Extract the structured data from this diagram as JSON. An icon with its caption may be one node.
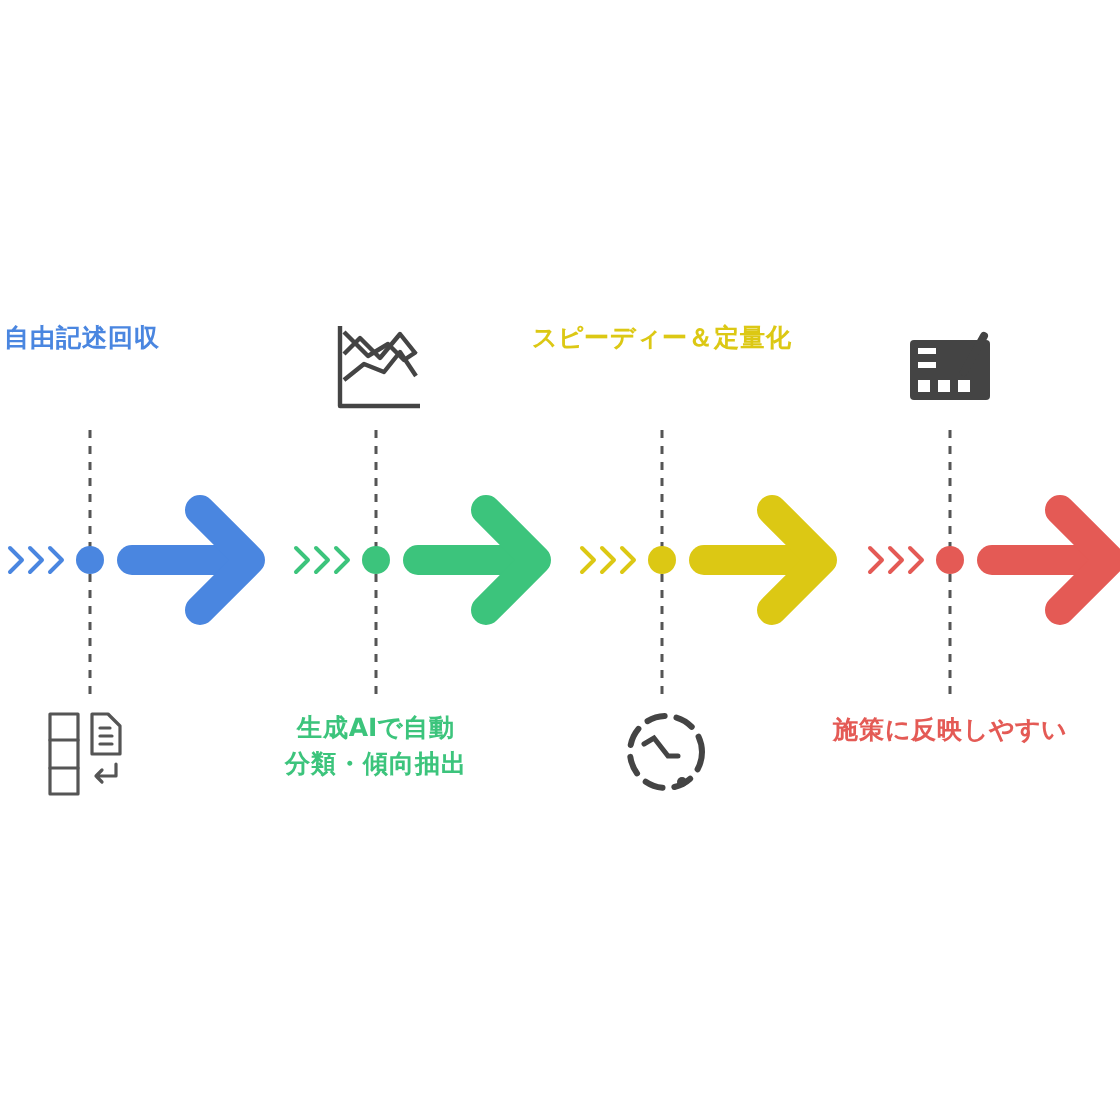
{
  "diagram": {
    "labels": [
      "自由記述回収",
      "スピーディー＆定量化",
      "生成AIで自動分類・傾向抽出",
      "施策に反映しやすい"
    ]
  }
}
